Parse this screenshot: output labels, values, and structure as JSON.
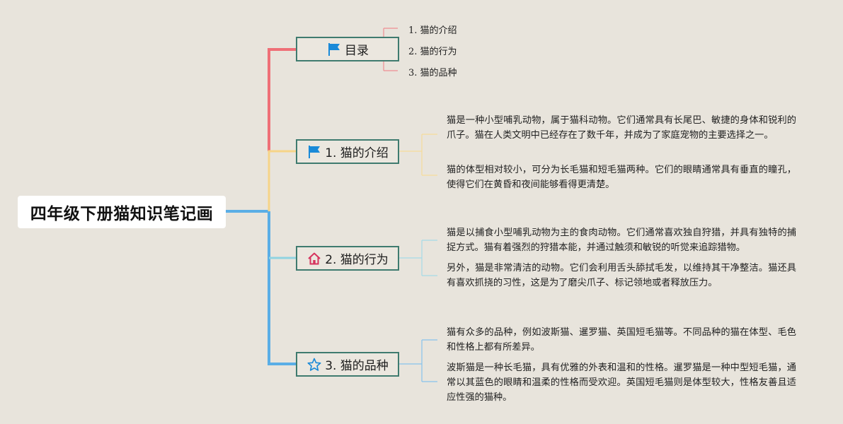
{
  "root": {
    "title": "四年级下册猫知识笔记画"
  },
  "colors": {
    "background": "#e8e4dc",
    "branch_border": "#3f7b6f",
    "line_toc": "#ef6f77",
    "line_intro": "#f6d488",
    "line_behavior": "#8fd3e1",
    "line_breeds": "#5aaee6",
    "flag_icon": "#1a8ad8",
    "home_icon": "#d6335d",
    "star_icon": "#1a8ad8"
  },
  "branches": [
    {
      "label": "目录",
      "icon": "flag-icon",
      "children": [
        "1. 猫的介绍",
        "2. 猫的行为",
        "3. 猫的品种"
      ]
    },
    {
      "label": "1. 猫的介绍",
      "icon": "flag-icon",
      "children": [
        "猫是一种小型哺乳动物，属于猫科动物。它们通常具有长尾巴、敏捷的身体和锐利的爪子。猫在人类文明中已经存在了数千年，并成为了家庭宠物的主要选择之一。",
        "猫的体型相对较小，可分为长毛猫和短毛猫两种。它们的眼睛通常具有垂直的瞳孔，使得它们在黄昏和夜间能够看得更清楚。"
      ]
    },
    {
      "label": "2. 猫的行为",
      "icon": "home-icon",
      "children": [
        "猫是以捕食小型哺乳动物为主的食肉动物。它们通常喜欢独自狩猎，并具有独特的捕捉方式。猫有着强烈的狩猎本能，并通过触须和敏锐的听觉来追踪猎物。",
        "另外，猫是非常清洁的动物。它们会利用舌头舔拭毛发，以维持其干净整洁。猫还具有喜欢抓挠的习性，这是为了磨尖爪子、标记领地或者释放压力。"
      ]
    },
    {
      "label": "3. 猫的品种",
      "icon": "star-icon",
      "children": [
        "猫有众多的品种，例如波斯猫、暹罗猫、英国短毛猫等。不同品种的猫在体型、毛色和性格上都有所差异。",
        "波斯猫是一种长毛猫，具有优雅的外表和温和的性格。暹罗猫是一种中型短毛猫，通常以其蓝色的眼睛和温柔的性格而受欢迎。英国短毛猫则是体型较大，性格友善且适应性强的猫种。"
      ]
    }
  ]
}
